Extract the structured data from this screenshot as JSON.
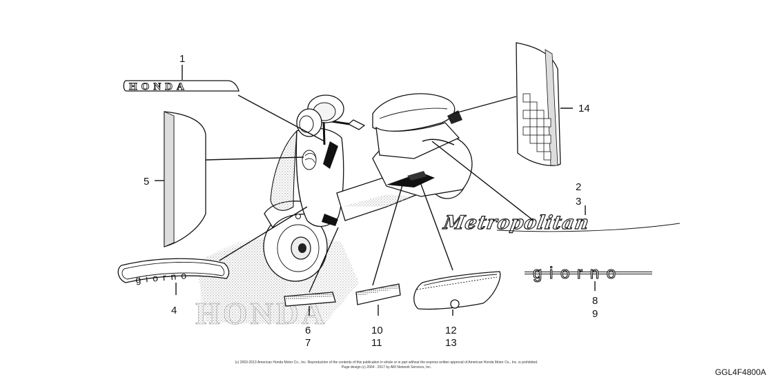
{
  "callouts": [
    {
      "id": "c1",
      "text": "1"
    },
    {
      "id": "c2",
      "text": "2"
    },
    {
      "id": "c3",
      "text": "3"
    },
    {
      "id": "c4",
      "text": "4"
    },
    {
      "id": "c5",
      "text": "5"
    },
    {
      "id": "c6",
      "text": "6"
    },
    {
      "id": "c7",
      "text": "7"
    },
    {
      "id": "c8",
      "text": "8"
    },
    {
      "id": "c9",
      "text": "9"
    },
    {
      "id": "c10",
      "text": "10"
    },
    {
      "id": "c11",
      "text": "11"
    },
    {
      "id": "c12",
      "text": "12"
    },
    {
      "id": "c13",
      "text": "13"
    },
    {
      "id": "c14",
      "text": "14"
    }
  ],
  "emblems": {
    "honda_badge": "HONDA",
    "honda_watermark": "HONDA",
    "metropolitan_script": "Metropolitan",
    "giorno_arc": "giorno",
    "giorno_stripe": "g i o r n o"
  },
  "footer": {
    "copyright_line1": "(c) 2003-2013 American Honda Motor Co., Inc. Reproduction of the contents of this publication in whole or in part without the express written approval of American Honda Motor Co., Inc. is prohibited.",
    "copyright_line2": "Page design (c) 2004 - 2017 by ARI Network Services, Inc.",
    "diagram_code": "GGL4F4800A"
  }
}
